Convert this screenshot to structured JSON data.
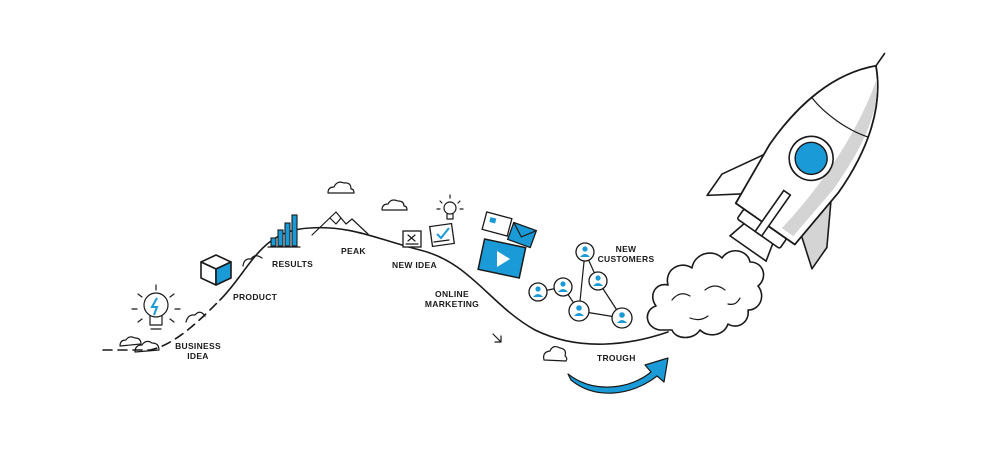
{
  "labels": {
    "business_idea_1": "BUSINESS",
    "business_idea_2": "IDEA",
    "product": "PRODUCT",
    "results": "RESULTS",
    "peak": "PEAK",
    "new_idea": "NEW IDEA",
    "online_marketing_1": "ONLINE",
    "online_marketing_2": "MARKETING",
    "new_customers_1": "NEW",
    "new_customers_2": "CUSTOMERS",
    "trough": "TROUGH"
  },
  "colors": {
    "accent": "#1a9ad6",
    "line": "#1a1a1a",
    "shade": "#d4d4d4",
    "background": "#ffffff"
  },
  "icons": [
    "lightbulb-icon",
    "cube-icon",
    "bar-chart-icon",
    "mountain-icon",
    "cloud-icon",
    "document-x-icon",
    "checklist-icon",
    "small-bulb-icon",
    "email-icon",
    "video-play-icon",
    "user-network-icon",
    "rocket-icon",
    "smoke-cloud-icon",
    "curved-arrow-icon"
  ]
}
